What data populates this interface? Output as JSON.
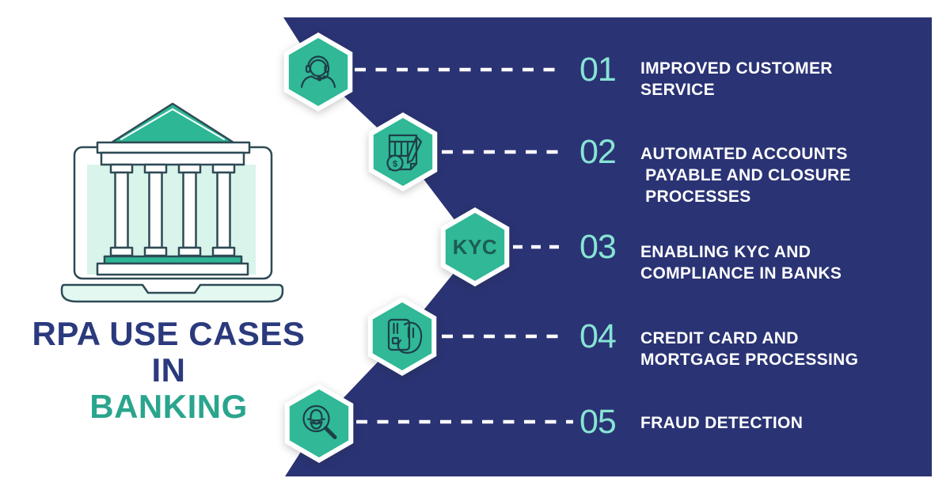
{
  "title": {
    "line1": "RPA USE CASES IN",
    "line2": "BANKING"
  },
  "items": [
    {
      "number": "01",
      "label": "IMPROVED CUSTOMER\nSERVICE",
      "icon": "customer-service-headset-icon"
    },
    {
      "number": "02",
      "label": "AUTOMATED ACCOUNTS\n PAYABLE AND CLOSURE\n PROCESSES",
      "icon": "accounts-ledger-pencil-icon"
    },
    {
      "number": "03",
      "label": "ENABLING KYC AND\nCOMPLIANCE IN BANKS",
      "icon": "kyc-badge",
      "hex_label": "KYC"
    },
    {
      "number": "04",
      "label": "CREDIT CARD AND\nMORTGAGE PROCESSING",
      "icon": "credit-card-hand-icon"
    },
    {
      "number": "05",
      "label": "FRAUD DETECTION",
      "icon": "fraud-magnifier-spy-icon"
    }
  ],
  "icons": {
    "dollar_glyph": "$"
  },
  "colors": {
    "navy_panel": "#2a3374",
    "hexagon_teal": "#30b897",
    "number_teal": "#87e4d4",
    "title_navy": "#2b3a7d",
    "title_teal": "#2aa58d",
    "item_text": "#ffffff",
    "mint_fill": "#d9f4eb",
    "illustration_outline": "#2e4a55",
    "icon_stroke": "#1e4049",
    "kyc_text": "#1b5e50"
  }
}
